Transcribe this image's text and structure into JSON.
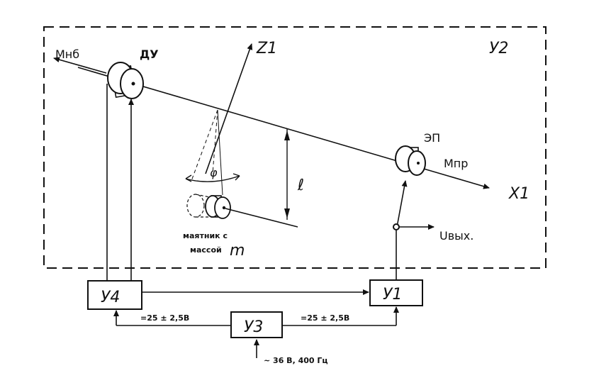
{
  "diagram": {
    "boxes": {
      "outer": "У2",
      "u4": "У4",
      "u1": "У1",
      "u3": "У3"
    },
    "labels": {
      "m_nb": "Mнб",
      "du": "ДУ",
      "z1": "Z1",
      "ep": "ЭП",
      "m_pr": "Mпр",
      "x1": "X1",
      "l": "ℓ",
      "phi": "φ",
      "pendulum_line1": "маятник с",
      "pendulum_line2": "массой",
      "mass": "m",
      "u_out": "Uвых.",
      "voltage_left": "=25 ± 2,5В",
      "voltage_right": "=25 ± 2,5В",
      "supply": "~ 36 В, 400 Гц"
    }
  }
}
